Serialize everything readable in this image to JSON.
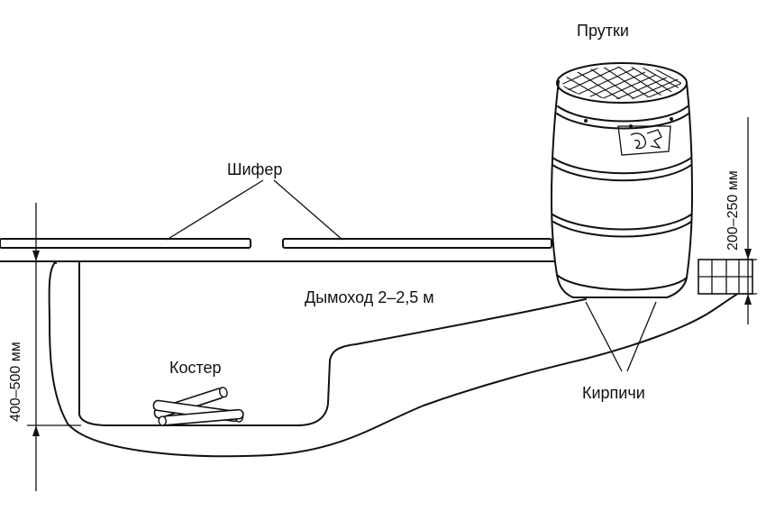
{
  "labels": {
    "rods": "Прутки",
    "slate": "Шифер",
    "chimney": "Дымоход 2–2,5 м",
    "bonfire": "Костер",
    "bricks": "Кирпичи",
    "depth": "400–500 мм",
    "height": "200–250 мм"
  },
  "colors": {
    "ink": "#111111",
    "background": "#ffffff"
  }
}
